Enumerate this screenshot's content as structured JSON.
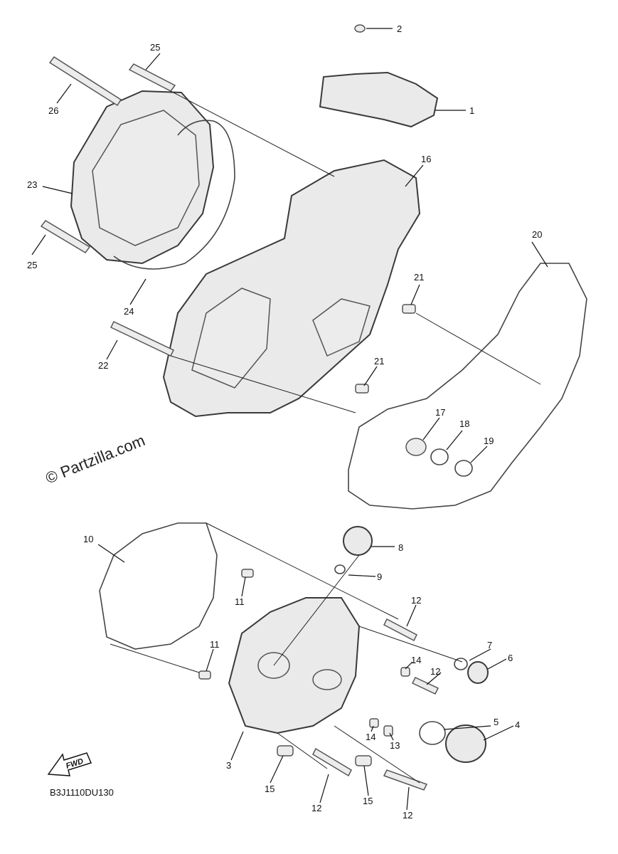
{
  "watermark": "© Partzilla.com",
  "diagram_code": "B3J1110DU130",
  "fwd_label": "FWD",
  "callouts": {
    "c1": "1",
    "c2": "2",
    "c3": "3",
    "c4": "4",
    "c5": "5",
    "c6": "6",
    "c7": "7",
    "c8": "8",
    "c9": "9",
    "c10": "10",
    "c11a": "11",
    "c11b": "11",
    "c12a": "12",
    "c12b": "12",
    "c12c": "12",
    "c12d": "12",
    "c13": "13",
    "c14a": "14",
    "c14b": "14",
    "c15a": "15",
    "c15b": "15",
    "c16": "16",
    "c17": "17",
    "c18": "18",
    "c19": "19",
    "c20": "20",
    "c21a": "21",
    "c21b": "21",
    "c22": "22",
    "c23": "23",
    "c24": "24",
    "c25a": "25",
    "c25b": "25",
    "c26": "26"
  }
}
